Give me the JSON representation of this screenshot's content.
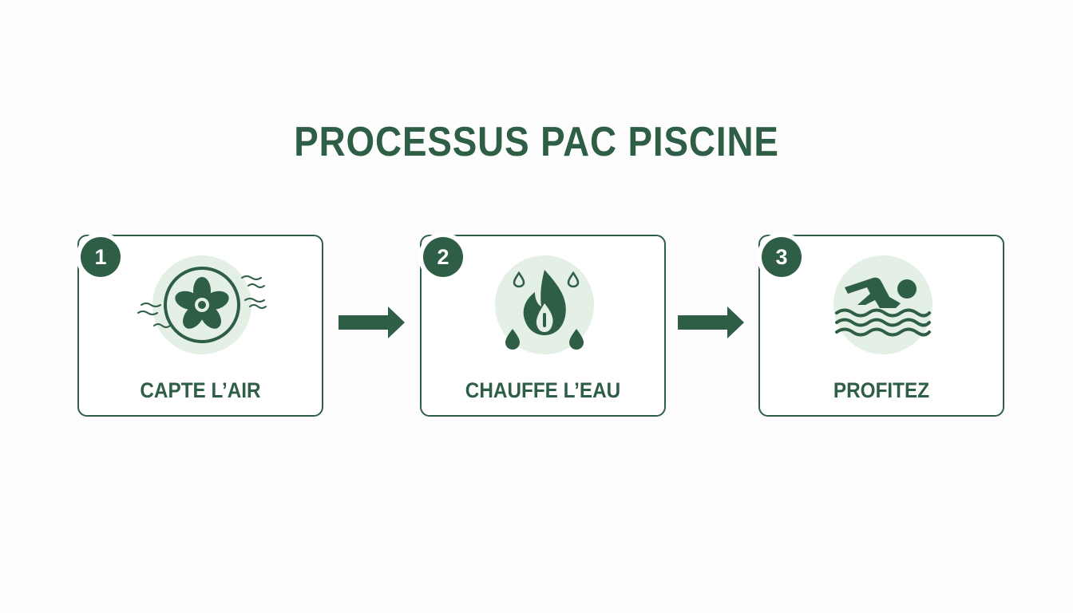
{
  "title": "PROCESSUS PAC PISCINE",
  "colors": {
    "primary": "#2e5e45",
    "icon_background": "#e4efe6",
    "page_background": "#fcfdfc"
  },
  "steps": [
    {
      "number": "1",
      "label": "CAPTE L’AIR",
      "icon": "fan-icon"
    },
    {
      "number": "2",
      "label": "CHAUFFE L’EAU",
      "icon": "flame-drops-icon"
    },
    {
      "number": "3",
      "label": "PROFITEZ",
      "icon": "swimmer-icon"
    }
  ],
  "connectors": [
    "arrow-right-icon",
    "arrow-right-icon"
  ]
}
